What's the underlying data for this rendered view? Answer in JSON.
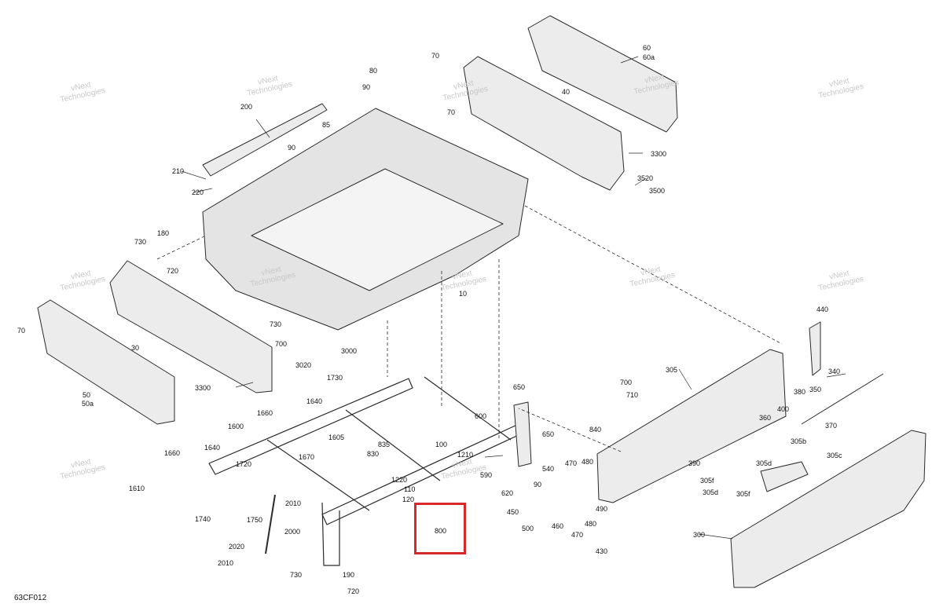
{
  "diagram": {
    "code": "63CF012",
    "highlight_color": "#d9282b",
    "line_color": "#2a2a2a",
    "fill_color": "#e9e9e9"
  },
  "watermarks": [
    {
      "line1": "vNext",
      "line2": "Technologies"
    },
    {
      "line1": "vNext",
      "line2": "Technologies"
    },
    {
      "line1": "vNext",
      "line2": "Technologies"
    },
    {
      "line1": "vNext",
      "line2": "Technologies"
    },
    {
      "line1": "vNext",
      "line2": "Technologies"
    },
    {
      "line1": "vNext",
      "line2": "Technologies"
    },
    {
      "line1": "vNext",
      "line2": "Technologies"
    },
    {
      "line1": "vNext",
      "line2": "Technologies"
    },
    {
      "line1": "vNext",
      "line2": "Technologies"
    },
    {
      "line1": "vNext",
      "line2": "Technologies"
    },
    {
      "line1": "vNext",
      "line2": "Technologies"
    },
    {
      "line1": "vNext",
      "line2": "Technologies"
    }
  ],
  "labels": [
    "60",
    "60a",
    "70",
    "40",
    "70",
    "3300",
    "3520",
    "3500",
    "80",
    "90",
    "200",
    "85",
    "90",
    "210",
    "220",
    "10",
    "730",
    "180",
    "720",
    "70",
    "30",
    "50",
    "50a",
    "3300",
    "730",
    "700",
    "3000",
    "3020",
    "1730",
    "1640",
    "1660",
    "1600",
    "1605",
    "1670",
    "1660",
    "1640",
    "1720",
    "1610",
    "1740",
    "1750",
    "2010",
    "2000",
    "2020",
    "2010",
    "730",
    "190",
    "720",
    "835",
    "830",
    "100",
    "1210",
    "1220",
    "110",
    "120",
    "800",
    "590",
    "650",
    "600",
    "650",
    "540",
    "470",
    "480",
    "90",
    "620",
    "450",
    "500",
    "460",
    "470",
    "480",
    "490",
    "430",
    "840",
    "700",
    "710",
    "305",
    "440",
    "340",
    "380",
    "350",
    "400",
    "360",
    "370",
    "305b",
    "305c",
    "390",
    "305d",
    "305f",
    "305d",
    "305f",
    "300"
  ]
}
